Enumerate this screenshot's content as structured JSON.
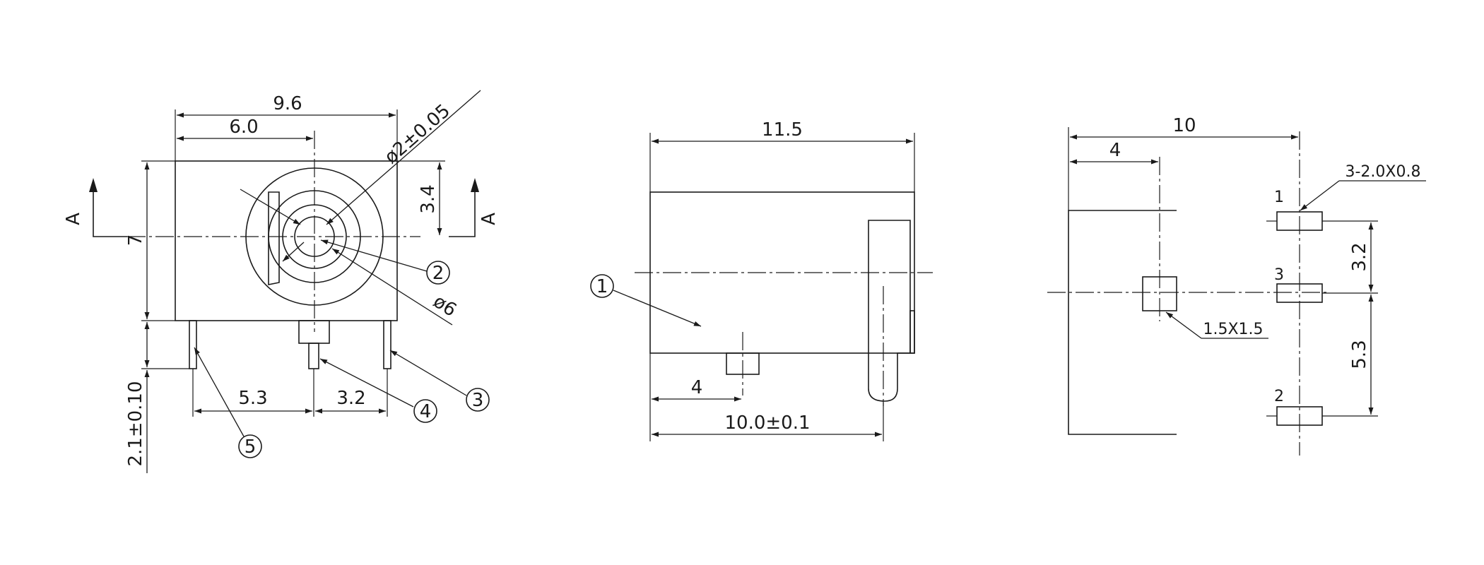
{
  "front_view": {
    "dims": {
      "overall_width": "9.6",
      "center_offset": "6.0",
      "height": "7",
      "center_height": "3.4",
      "pin_length": "2.1±0.10",
      "pin_spacing_left": "5.3",
      "pin_spacing_right": "3.2",
      "pin_diameter": "ø2±0.05",
      "hole_diameter": "ø6"
    },
    "section_label_left": "A",
    "section_label_right": "A",
    "balloons": [
      "2",
      "3",
      "4",
      "5"
    ]
  },
  "side_view": {
    "dims": {
      "body_length": "11.5",
      "pin_offset": "4",
      "pin_to_face": "10.0±0.1"
    },
    "balloons": [
      "1"
    ]
  },
  "footprint_view": {
    "dims": {
      "width": "10",
      "pad_offset": "4",
      "slot_note": "3-2.0X0.8",
      "square_pad_note": "1.5X1.5",
      "pitch_upper": "3.2",
      "pitch_lower": "5.3"
    },
    "pad_labels": [
      "1",
      "3",
      "2"
    ]
  }
}
